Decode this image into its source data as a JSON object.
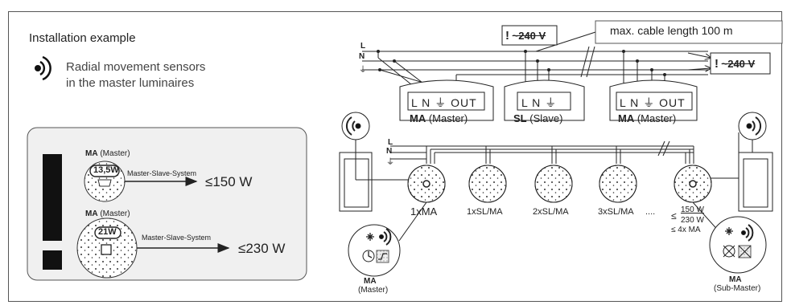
{
  "left": {
    "title": "Installation example",
    "description_line1": "Radial movement sensors",
    "description_line2": "in the master luminaires"
  },
  "warning_box": {
    "row1": {
      "device_bold": "MA",
      "device_rest": " (Master)",
      "wattage": "13,5W",
      "system_label": "Master-Slave-System",
      "limit": "≤150 W"
    },
    "row2": {
      "device_bold": "MA",
      "device_rest": " (Master)",
      "wattage": "21W",
      "system_label": "Master-Slave-System",
      "limit": "≤230 W"
    }
  },
  "top_wiring": {
    "warning_text": "~240 V",
    "cable_note": "max. cable length 100 m",
    "line_labels": [
      "L",
      "N",
      "⏚"
    ],
    "units": [
      {
        "terminals": [
          "L",
          "N",
          "⏚",
          "OUT"
        ],
        "name_bold": "MA",
        "name_rest": " (Master)"
      },
      {
        "terminals": [
          "L",
          "N",
          "⏚"
        ],
        "name_bold": "SL",
        "name_rest": " (Slave)"
      },
      {
        "terminals": [
          "L",
          "N",
          "⏚",
          "OUT"
        ],
        "name_bold": "MA",
        "name_rest": " (Master)"
      }
    ],
    "output_warning": "~240 V"
  },
  "bottom_wiring": {
    "line_labels": [
      "L",
      "N",
      "⏚"
    ],
    "luminaire_labels": [
      "1xMA",
      "1xSL/MA",
      "2xSL/MA",
      "3xSL/MA"
    ],
    "ellipsis": "....",
    "limit_le": "≤",
    "limit_150": "150 W",
    "limit_230": "230 W",
    "limit_max": "≤ 4x MA",
    "master_caption_bold": "MA",
    "master_caption_rest": "(Master)",
    "submaster_caption_bold": "MA",
    "submaster_caption_rest": "(Sub-Master)"
  }
}
